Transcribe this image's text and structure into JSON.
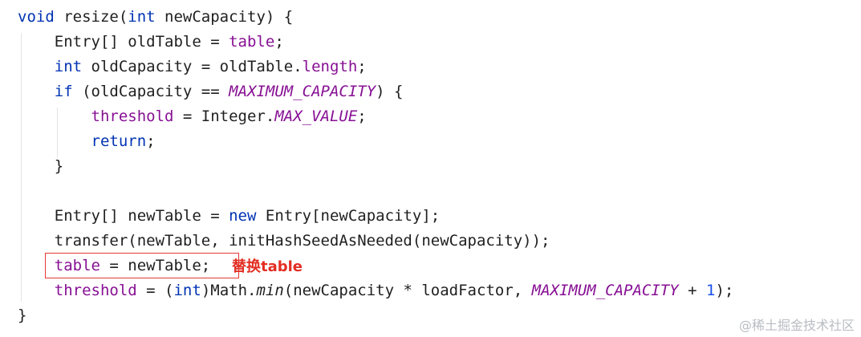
{
  "code": {
    "l1": [
      "void",
      " resize(",
      "int",
      " newCapacity) {"
    ],
    "l2": [
      "    Entry[] oldTable = ",
      "table",
      ";"
    ],
    "l3": [
      "    ",
      "int",
      " oldCapacity = oldTable.",
      "length",
      ";"
    ],
    "l4": [
      "    ",
      "if",
      " (oldCapacity == ",
      "MAXIMUM_CAPACITY",
      ") {"
    ],
    "l5": [
      "        ",
      "threshold",
      " = Integer.",
      "MAX_VALUE",
      ";"
    ],
    "l6": [
      "        ",
      "return",
      ";"
    ],
    "l7": [
      "    }"
    ],
    "l8": [
      ""
    ],
    "l9": [
      "    Entry[] newTable = ",
      "new",
      " Entry[newCapacity];"
    ],
    "l10": [
      "    transfer(newTable, initHashSeedAsNeeded(newCapacity));"
    ],
    "l11": [
      "    ",
      "table",
      " = newTable;"
    ],
    "l12": [
      "    ",
      "threshold",
      " = (",
      "int",
      ")Math.",
      "min",
      "(newCapacity * loadFactor, ",
      "MAXIMUM_CAPACITY",
      " + ",
      "1",
      ");"
    ],
    "l13": [
      "}"
    ]
  },
  "annotation": {
    "text": "替换table",
    "color": "#e32d22"
  },
  "watermark": {
    "text": "@稀土掘金技术社区"
  },
  "colors": {
    "keyword": "#0033b3",
    "field": "#871094",
    "number": "#1750eb",
    "text": "#1f1f1f",
    "highlight_border": "#e53935"
  }
}
